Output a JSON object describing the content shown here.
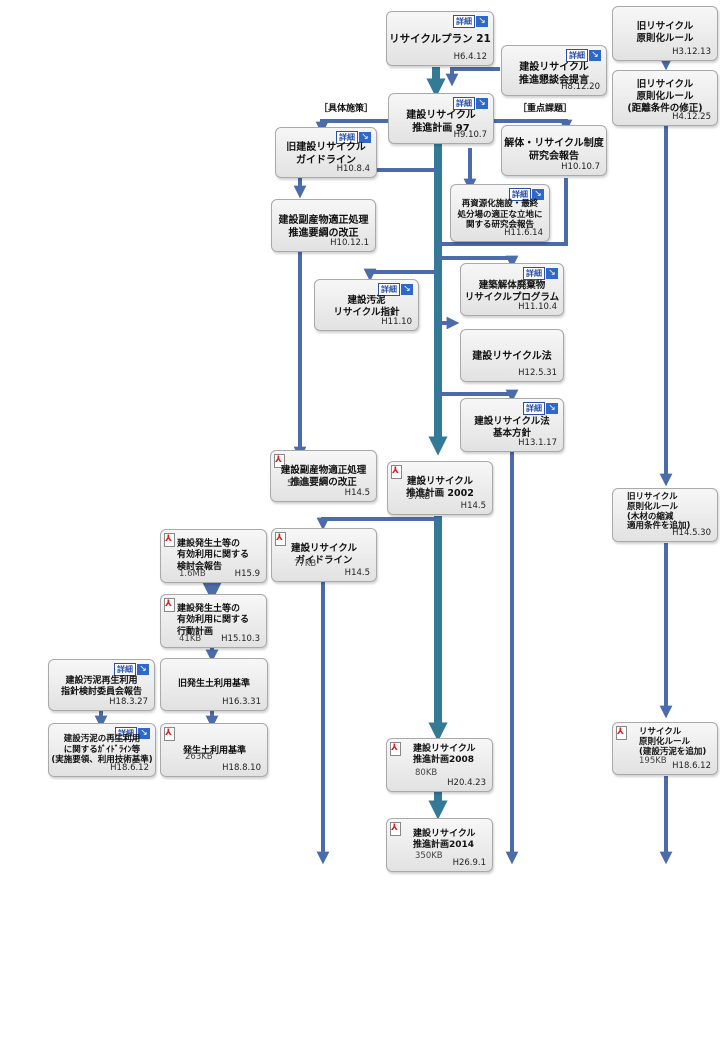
{
  "colors": {
    "trunk": "#337a96",
    "arrow": "#4c6bab",
    "box_border": "#a9a9a9"
  },
  "icons": {
    "detail": "detail-link-icon",
    "pdf": "pdf-file-icon",
    "arrow": "down-arrow-icon"
  },
  "labels": {
    "concrete": "［具体施策］",
    "priority": "［重点課題］"
  },
  "detail_label": "詳細",
  "detail_arrow": "↘",
  "boxes": {
    "plan21": {
      "title": "リサイクルプラン 21",
      "date": "H6.4.12"
    },
    "kondankai": {
      "title": "建設リサイクル\n推進懇談会提言",
      "date": "H8.12.20"
    },
    "keikaku97": {
      "title": "建設リサイクル\n推進計画 97",
      "date": "H9.10.7"
    },
    "old_guideline": {
      "title": "旧建設リサイクル\nガイドライン",
      "date": "H10.8.4"
    },
    "kaitai": {
      "title": "解体・リサイクル制度\n研究会報告",
      "date": "H10.10.7"
    },
    "fukusan_youkou": {
      "title": "建設副産物適正処理\n推進要綱の改正",
      "date": "H10.12.1"
    },
    "saishigen": {
      "title": "再資源化施設・最終\n処分場の適正な立地に\n関する研究会報告",
      "date": "H11.6.14"
    },
    "kensetsu_odei": {
      "title": "建設汚泥\nリサイクル指針",
      "date": "H11.10"
    },
    "haikibutsu": {
      "title": "建築解体廃棄物\nリサイクルプログラム",
      "date": "H11.10.4"
    },
    "recycle_law": {
      "title": "建設リサイクル法",
      "date": "H12.5.31"
    },
    "recycle_law_policy": {
      "title": "建設リサイクル法\n基本方針",
      "date": "H13.1.17"
    },
    "fukusan_youkou_2": {
      "title": "建設副産物適正処理\n推進要綱の改正",
      "size": "52KB",
      "date": "H14.5"
    },
    "keikaku2002": {
      "title": "建設リサイクル\n推進計画 2002",
      "size": "37KB",
      "date": "H14.5"
    },
    "guideline": {
      "title": "建設リサイクル\nガイドライン",
      "size": "77KB",
      "date": "H14.5"
    },
    "hassei_kentou": {
      "title": "建設発生土等の\n有効利用に関する\n検討会報告",
      "size": "1.6MB",
      "date": "H15.9"
    },
    "hassei_koudou": {
      "title": "建設発生土等の\n有効利用に関する\n行動計画",
      "size": "41KB",
      "date": "H15.10.3"
    },
    "odei_iinkai": {
      "title": "建設汚泥再生利用\n指針検討委員会報告",
      "date": "H18.3.27"
    },
    "old_hassei_kijun": {
      "title": "旧発生土利用基準",
      "date": "H16.3.31"
    },
    "odei_guideline": {
      "title": "建設汚泥の再生利用\nに関するｶﾞｲﾄﾞﾗｲﾝ等\n(実施要領、利用技術基準)",
      "date": "H18.6.12"
    },
    "hassei_kijun": {
      "title": "発生土利用基準",
      "size": "263KB",
      "date": "H18.8.10"
    },
    "keikaku2008": {
      "title": "建設リサイクル\n推進計画2008",
      "size": "80KB",
      "date": "H20.4.23"
    },
    "keikaku2014": {
      "title": "建設リサイクル\n推進計画2014",
      "size": "350KB",
      "date": "H26.9.1"
    },
    "old_rule": {
      "title": "旧リサイクル\n原則化ルール",
      "date": "H3.12.13"
    },
    "old_rule_dist": {
      "title": "旧リサイクル\n原則化ルール\n(距離条件の修正)",
      "date": "H4.12.25"
    },
    "old_rule_wood": {
      "title": "旧リサイクル\n原則化ルール\n(木材の縮減\n適用条件を追加)",
      "date": "H14.5.30"
    },
    "rule_odei": {
      "title": "リサイクル\n原則化ルール\n(建設汚泥を追加)",
      "size": "195KB",
      "date": "H18.6.12"
    }
  }
}
